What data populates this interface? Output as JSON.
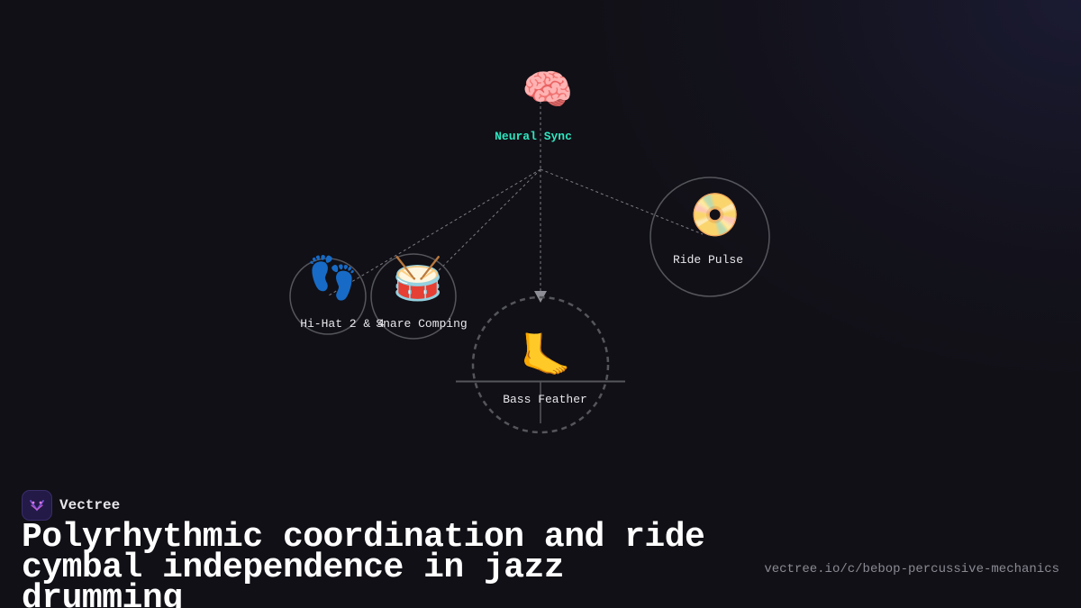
{
  "diagram": {
    "nodes": [
      {
        "id": "neural-sync",
        "label": "Neural Sync",
        "icon": "brain-icon",
        "glyph": "🧠",
        "label_color": "#2ee6c0"
      },
      {
        "id": "ride-pulse",
        "label": "Ride Pulse",
        "icon": "disc-icon",
        "glyph": "📀"
      },
      {
        "id": "hi-hat",
        "label": "Hi-Hat 2 & 4",
        "icon": "footprints-icon",
        "glyph": "👣"
      },
      {
        "id": "snare-comping",
        "label": "Snare Comping",
        "icon": "drum-icon",
        "glyph": "🥁"
      },
      {
        "id": "bass-feather",
        "label": "Bass Feather",
        "icon": "foot-icon",
        "glyph": "🦶"
      }
    ],
    "edges": [
      {
        "from": "neural-sync",
        "to": "ride-pulse",
        "style": "dashed"
      },
      {
        "from": "neural-sync",
        "to": "hi-hat",
        "style": "dashed"
      },
      {
        "from": "neural-sync",
        "to": "snare-comping",
        "style": "dashed"
      },
      {
        "from": "neural-sync",
        "to": "bass-feather",
        "style": "dashed-arrow"
      }
    ]
  },
  "footer": {
    "brand_name": "Vectree",
    "brand_icon": "vectree-logo-icon",
    "title": "Polyrhythmic coordination and ride cymbal independence in jazz drumming",
    "url": "vectree.io/c/bebop-percussive-mechanics"
  },
  "colors": {
    "background": "#111016",
    "accent": "#2ee6c0",
    "brand_purple": "#231a47",
    "line": "#8a8a94"
  }
}
